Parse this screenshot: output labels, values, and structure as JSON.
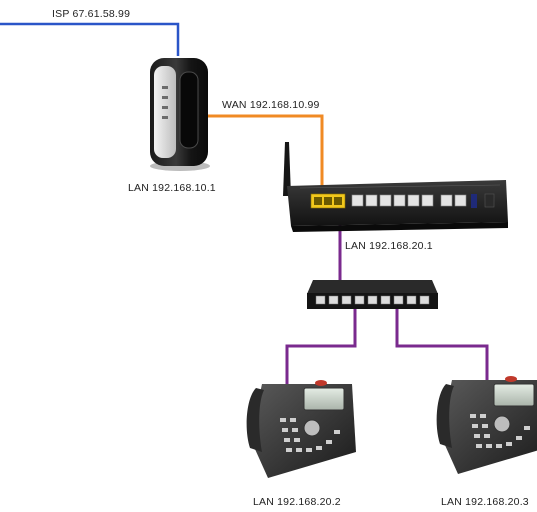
{
  "labels": {
    "isp": "ISP 67.61.58.99",
    "wan": "WAN 192.168.10.99",
    "modem_lan": "LAN 192.168.10.1",
    "router_lan": "LAN 192.168.20.1",
    "phone1_lan": "LAN 192.168.20.2",
    "phone2_lan": "LAN 192.168.20.3"
  },
  "colors": {
    "isp_link": "#2a55c8",
    "wan_link": "#f08a24",
    "lan_link": "#7a2a8e"
  }
}
